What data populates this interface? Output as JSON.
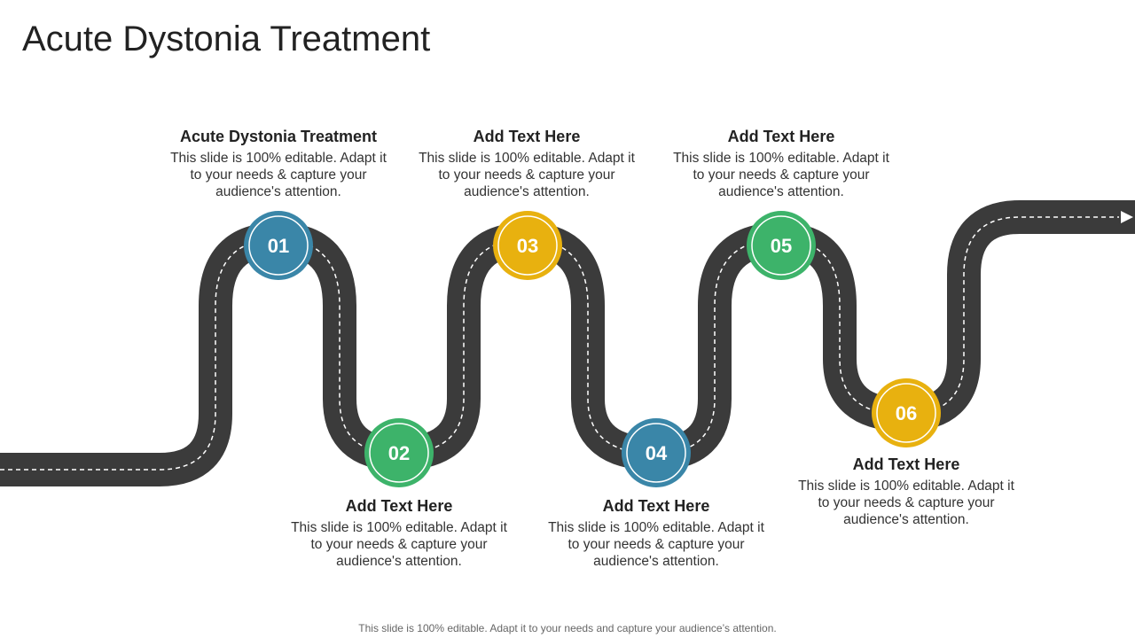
{
  "title": "Acute Dystonia Treatment",
  "colors": {
    "road": "#3b3b3b",
    "lane": "#ffffff",
    "blue": "#3a86a8",
    "green": "#3db36a",
    "yellow": "#e8b10f"
  },
  "steps": [
    {
      "number": "01",
      "color": "blue",
      "heading": "Acute Dystonia Treatment",
      "body": "This slide is 100% editable. Adapt it to your needs & capture your audience's attention."
    },
    {
      "number": "02",
      "color": "green",
      "heading": "Add Text Here",
      "body": "This slide is 100% editable. Adapt it to your needs & capture your audience's attention."
    },
    {
      "number": "03",
      "color": "yellow",
      "heading": "Add Text Here",
      "body": "This slide is 100% editable. Adapt it to your needs & capture your audience's attention."
    },
    {
      "number": "04",
      "color": "blue",
      "heading": "Add Text Here",
      "body": "This slide is 100% editable. Adapt it to your needs & capture your audience's attention."
    },
    {
      "number": "05",
      "color": "green",
      "heading": "Add Text Here",
      "body": "This slide is 100% editable. Adapt it to your needs & capture your audience's attention."
    },
    {
      "number": "06",
      "color": "yellow",
      "heading": "Add Text Here",
      "body": "This slide is 100% editable. Adapt it to your needs & capture your audience's attention."
    }
  ],
  "footer": "This slide is 100% editable. Adapt it to your needs and capture your audience’s attention."
}
